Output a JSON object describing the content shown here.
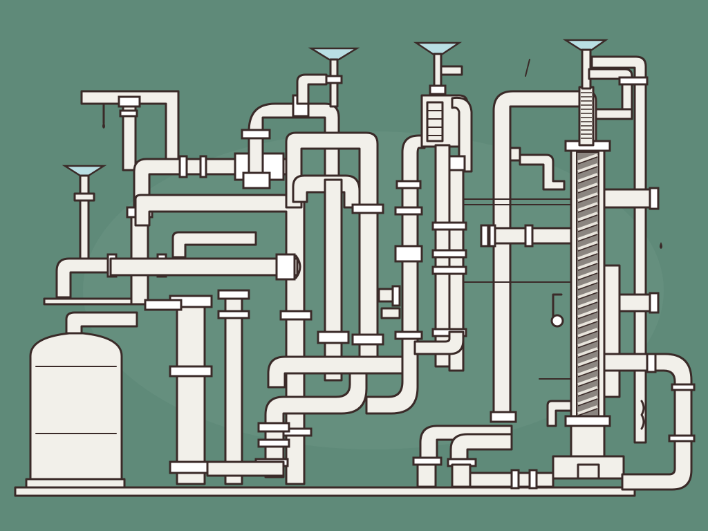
{
  "scene": {
    "description_tags": [
      "pipes",
      "valves",
      "water-tank",
      "filter-column",
      "spray-nozzles"
    ],
    "colors": {
      "background": "#5f8a79",
      "pipe": "#f2f0ea",
      "outline": "#3a2a28",
      "nozzle": "#b9dfe4",
      "coil": "#6e6a66"
    },
    "components": {
      "tank": "tank",
      "filter_column": "filter-column",
      "nozzles": [
        "spray-nozzle",
        "spray-nozzle",
        "spray-nozzle",
        "spray-nozzle"
      ],
      "ground_slab": "ground-slab"
    }
  }
}
